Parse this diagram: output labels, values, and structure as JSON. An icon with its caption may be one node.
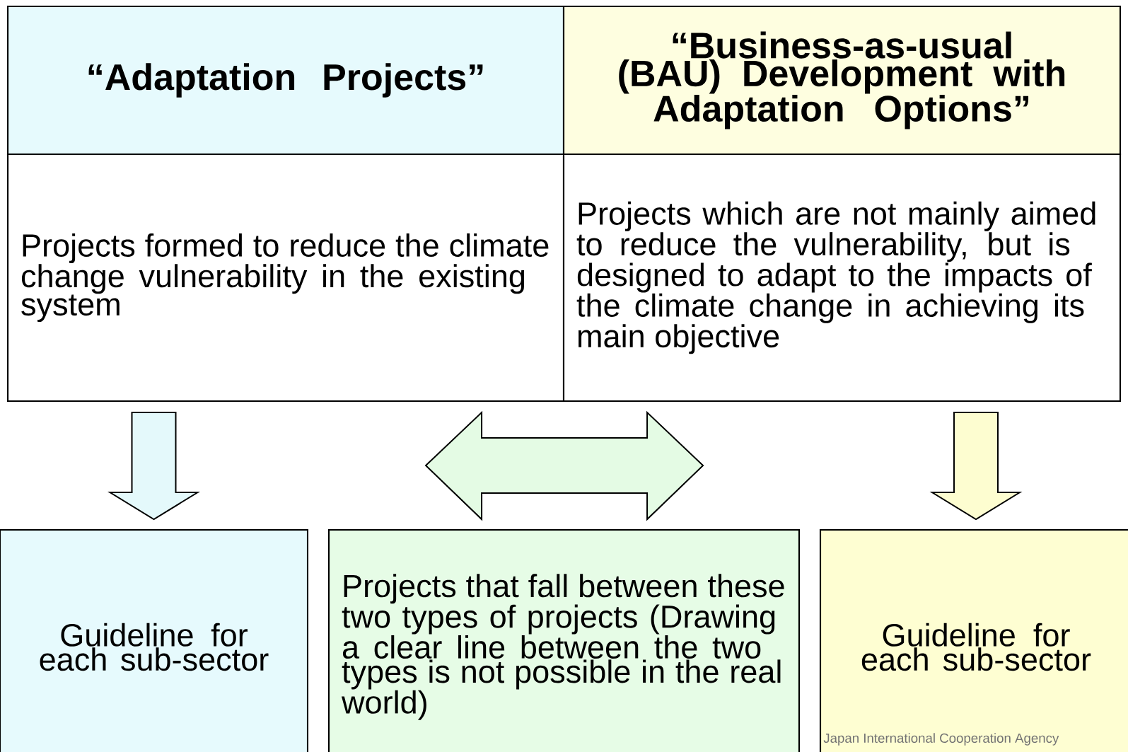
{
  "diagram": {
    "nodes": [
      {
        "text": [
          "“Adaptation Projects”"
        ]
      },
      {
        "text": [
          "“Business-as-usual (BAU) Development with Adaptation Options”"
        ]
      },
      {
        "text": [
          "Projects formed to reduce the climate change vulnerability in the existing system"
        ]
      },
      {
        "text": [
          "Projects which are not mainly aimed to reduce the vulnerability, but is designed to adapt to the impacts of the climate change in achieving its main objective"
        ]
      },
      {
        "text": [
          "Guideline for each sub-sector"
        ]
      },
      {
        "text": [
          "Projects that fall between these two types of projects (Drawing a clear line between the two types is not possible in the real world)"
        ]
      },
      {
        "text": [
          "Guideline for each sub-sector"
        ]
      }
    ],
    "edges": [
      {
        "from": 2,
        "to": 4,
        "arrow": "to",
        "color": "#e4f9fb"
      },
      {
        "from": 2,
        "to": 3,
        "arrow": "both",
        "color": "#e4fbe4"
      },
      {
        "from": 3,
        "to": 6,
        "arrow": "to",
        "color": "#fdfdd0"
      }
    ],
    "labels": [
      "Japan International Cooperation Agency"
    ]
  }
}
